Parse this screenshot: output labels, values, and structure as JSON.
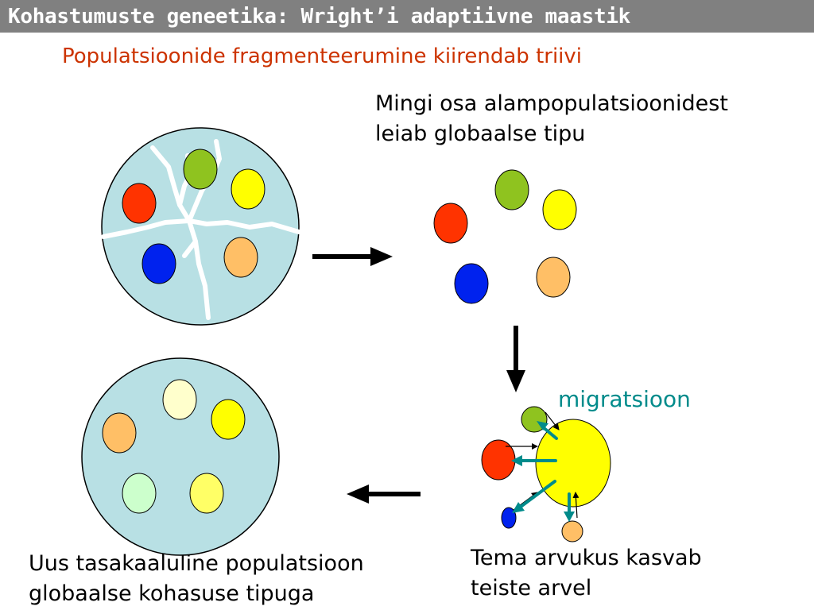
{
  "slide": {
    "title": "Kohastumuste geneetika: Wright’i adaptiivne maastik",
    "subtitle": "Populatsioonide fragmenteerumine kiirendab triivi",
    "note_top_line1": "Mingi osa alampopulatsioonidest",
    "note_top_line2": "leiab globaalse tipu",
    "note_bottom_left_line1": "Uus tasakaaluline populatsioon",
    "note_bottom_left_line2": "globaalse kohasuse tipuga",
    "note_bottom_right_line1": "Tema arvukus kasvab",
    "note_bottom_right_line2": "teiste arvel",
    "migration_label": "migratsioon"
  },
  "colors": {
    "title_bar": "#808080",
    "subtitle": "#cc3300",
    "migration": "#008b8b",
    "pool": "#b8e0e4",
    "green": "#8fc31f",
    "yellow": "#ffff00",
    "red": "#ff3300",
    "blue": "#0022ee",
    "orange": "#ffbf66",
    "light_yellow": "#ffffcc",
    "light_green": "#ccffcc",
    "pale_yellow": "#ffff66"
  }
}
